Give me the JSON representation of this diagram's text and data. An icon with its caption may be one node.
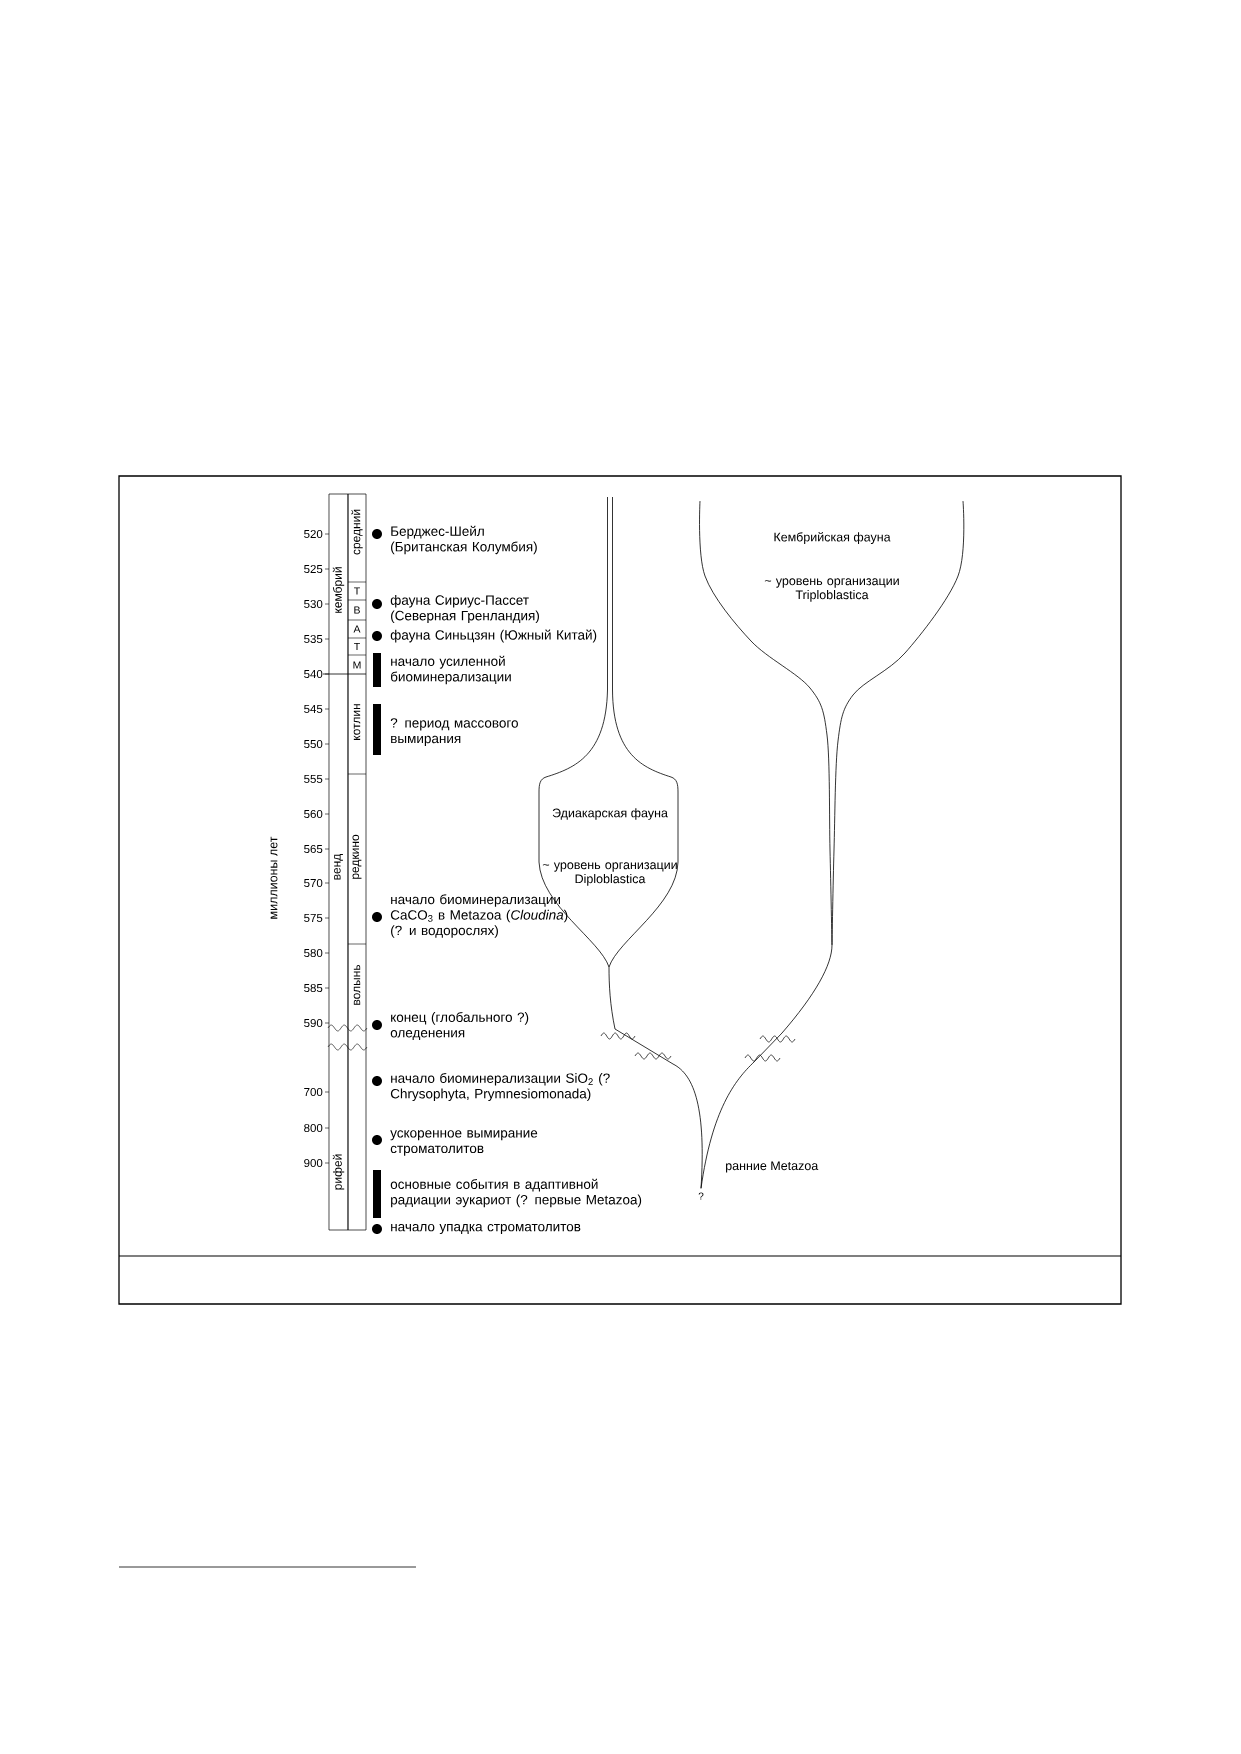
{
  "diagram": {
    "nodes": [
      {
        "text": [
          "Эдиакарская фауна",
          "~ уровень организации Diploblastica"
        ]
      },
      {
        "text": [
          "Кембрийская фауна",
          "~ уровень организации Triploblastica"
        ]
      },
      {
        "text": [
          "?"
        ],
        "beside": [
          "ранние Metazoa"
        ]
      }
    ],
    "edges": [
      {
        "from": 2,
        "to": 0,
        "arrow": "none"
      },
      {
        "from": 2,
        "to": 1,
        "arrow": "none"
      }
    ],
    "labels": [
      "миллионы лет",
      "520",
      "525",
      "530",
      "535",
      "540",
      "545",
      "550",
      "555",
      "560",
      "565",
      "570",
      "575",
      "580",
      "585",
      "590",
      "700",
      "800",
      "900",
      "кембрий",
      "средний",
      "Т",
      "В",
      "А",
      "Т",
      "М",
      "котлин",
      "венд",
      "редкино",
      "волынь",
      "рифей",
      "Берджес-Шейл (Британская Колумбия)",
      "фауна Сириус-Пассет (Северная Гренландия)",
      "фауна Синьцзян (Южный Китай)",
      "начало усиленной биоминерализации",
      "? период массового вымирания",
      "начало биоминерализации CaCO$_{3}$ в Metazoa (*Cloudina*) (? и водорослях)",
      "конец (глобального ?) оледенения",
      "начало биоминерализации SiO$_{2}$ (? Chrysophyta, Prymnesiomonada)",
      "ускоренное вымирание строматолитов",
      "основные события в адаптивной радиации эукариот (? первые Metazoa)",
      "начало упадка строматолитов"
    ]
  }
}
